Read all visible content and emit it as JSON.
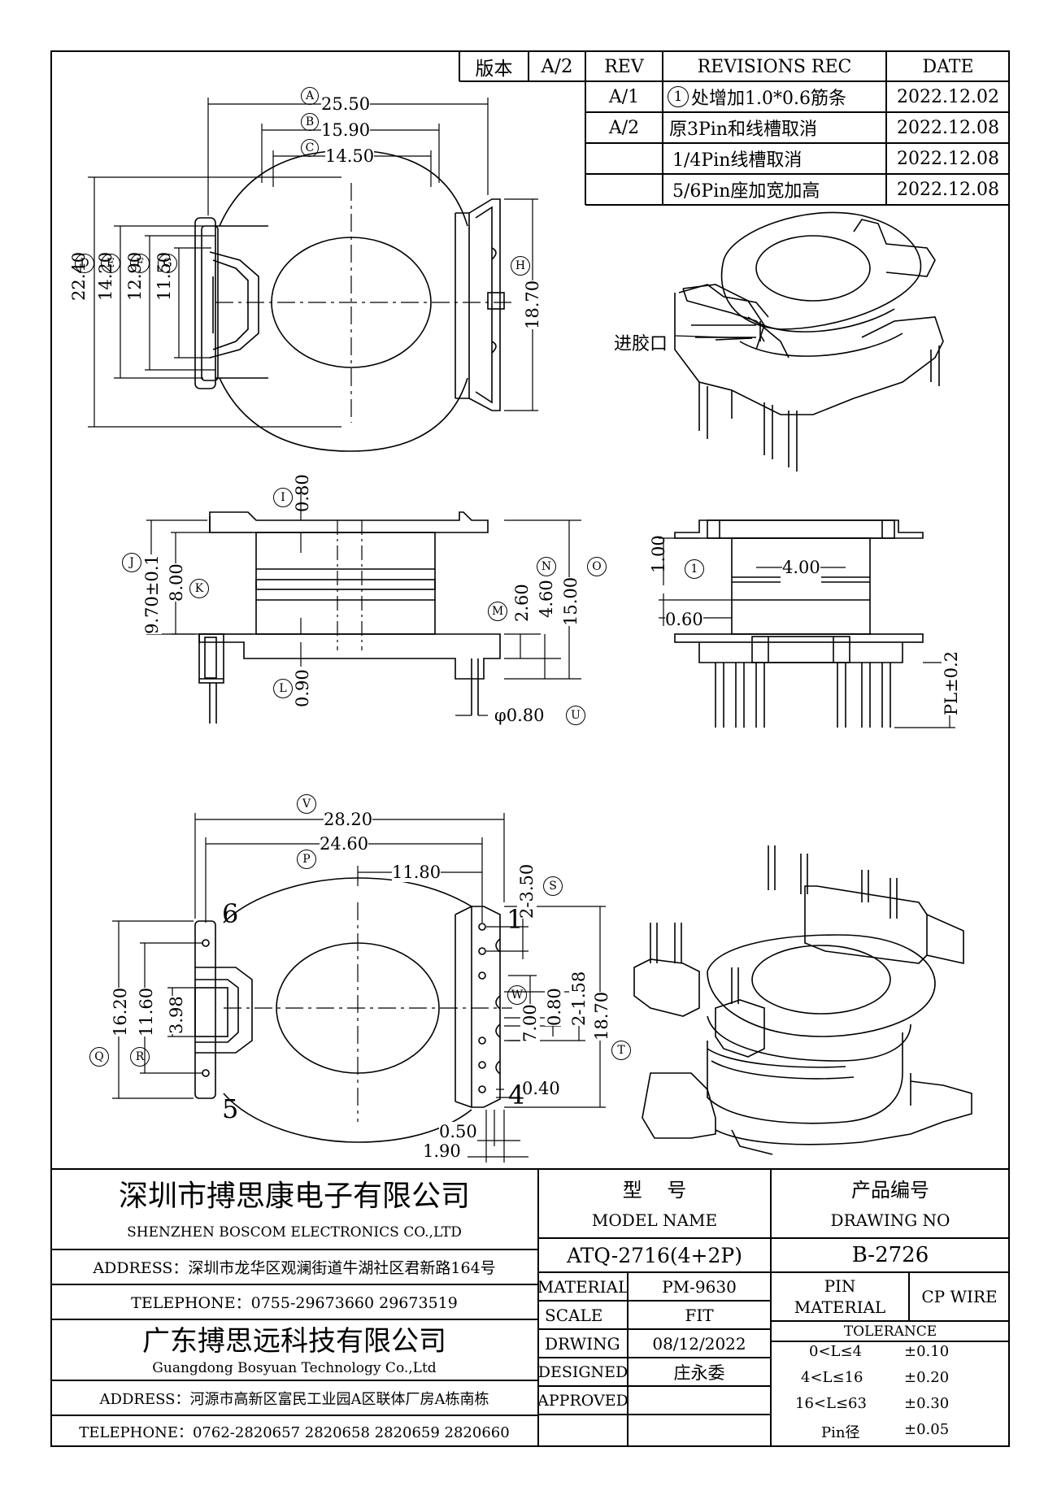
{
  "revision_table": {
    "version_label": "版本",
    "version_value": "A/2",
    "headers": {
      "rev": "REV",
      "rec": "REVISIONS REC",
      "date": "DATE"
    },
    "rows": [
      {
        "rev": "A/1",
        "mark": "1",
        "rec": "处增加1.0*0.6筋条",
        "date": "2022.12.02"
      },
      {
        "rev": "A/2",
        "mark": "",
        "rec": "原3Pin和线槽取消",
        "date": "2022.12.08"
      },
      {
        "rev": "",
        "mark": "",
        "rec": "1/4Pin线槽取消",
        "date": "2022.12.08"
      },
      {
        "rev": "",
        "mark": "",
        "rec": "5/6Pin座加宽加高",
        "date": "2022.12.08"
      }
    ]
  },
  "top_view": {
    "dim_a": "25.50",
    "dim_b": "15.90",
    "dim_c": "14.50",
    "dim_d": "22.40",
    "dim_e": "14.20",
    "dim_f": "12.90",
    "dim_g": "11.50",
    "dim_h": "18.70",
    "labels": {
      "a": "A",
      "b": "B",
      "c": "C",
      "d": "D",
      "e": "E",
      "f": "F",
      "g": "G",
      "h": "H"
    }
  },
  "iso_top": {
    "gate_label": "进胶口"
  },
  "side_view": {
    "dim_i": "0.80",
    "dim_j": "9.70±0.1",
    "dim_k": "8.00",
    "dim_l": "0.90",
    "dim_m": "2.60",
    "dim_n": "4.60",
    "dim_o": "15.00",
    "dim_u": "φ0.80",
    "labels": {
      "i": "I",
      "j": "J",
      "k": "K",
      "l": "L",
      "m": "M",
      "n": "N",
      "o": "O",
      "u": "U"
    }
  },
  "front_view": {
    "dim_1": "1.00",
    "dim_2": "4.00",
    "dim_3": "0.60",
    "dim_pl": "PL±0.2",
    "mark_1": "1"
  },
  "bottom_view": {
    "dim_v": "28.20",
    "dim_p": "24.60",
    "dim_c2": "11.80",
    "dim_s": "2-3.50",
    "dim_q": "16.20",
    "dim_r": "11.60",
    "dim_398": "3.98",
    "dim_w": "7.00",
    "dim_080": "0.80",
    "dim_158": "2-1.58",
    "dim_t": "18.70",
    "dim_040": "0.40",
    "dim_050": "0.50",
    "dim_190": "1.90",
    "pins": {
      "p1": "1",
      "p4": "4",
      "p5": "5",
      "p6": "6"
    },
    "labels": {
      "v": "V",
      "p": "P",
      "s": "S",
      "q": "Q",
      "r": "R",
      "w": "W",
      "t": "T"
    }
  },
  "title_block": {
    "company1_cn": "深圳市搏思康电子有限公司",
    "company1_en": "SHENZHEN BOSCOM ELECTRONICS CO.,LTD",
    "address1": "ADDRESS：深圳市龙华区观澜街道牛湖社区君新路164号",
    "telephone1": "TELEPHONE：0755-29673660 29673519",
    "company2_cn": "广东搏思远科技有限公司",
    "company2_en": "Guangdong Bosyuan Technology Co.,Ltd",
    "address2": "ADDRESS：河源市高新区富民工业园A区联体厂房A栋南栋",
    "telephone2": "TELEPHONE：0762-2820657 2820658 2820659 2820660",
    "model_cn": "型    号",
    "model_en": "MODEL NAME",
    "model_value": "ATQ-2716(4+2P)",
    "drawing_cn": "产品编号",
    "drawing_en": "DRAWING NO",
    "drawing_value": "B-2726",
    "material_label": "MATERIAL",
    "material_value": "PM-9630",
    "scale_label": "SCALE",
    "scale_value": "FIT",
    "drwing_label": "DRWING",
    "drwing_value": "08/12/2022",
    "designed_label": "DESIGNED",
    "designed_value": "庄永委",
    "approved_label": "APPROVED",
    "approved_value": "",
    "pin_material_label": "PIN MATERIAL",
    "pin_material_value": "CP WIRE",
    "tolerance_label": "TOLERANCE",
    "tolerances": [
      {
        "range": "0<L≤4",
        "value": "±0.10"
      },
      {
        "range": "4<L≤16",
        "value": "±0.20"
      },
      {
        "range": "16<L≤63",
        "value": "±0.30"
      },
      {
        "range": "Pin径",
        "value": "±0.05"
      }
    ]
  }
}
